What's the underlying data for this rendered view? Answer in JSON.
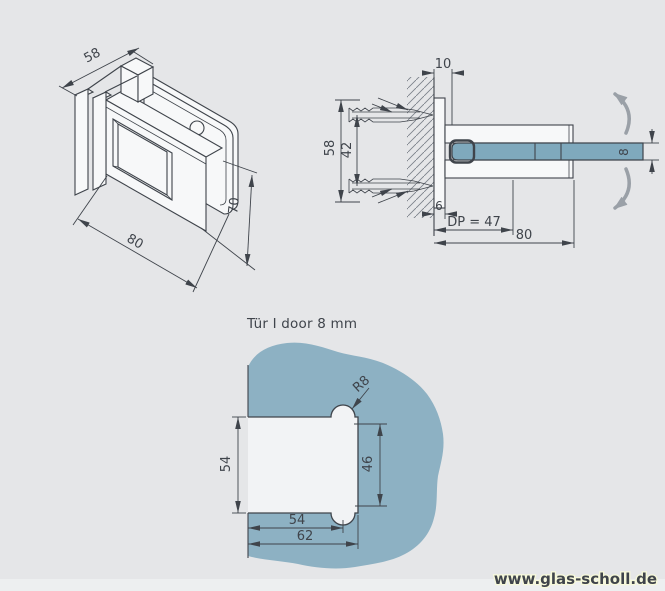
{
  "colors": {
    "background": "#e5e6e8",
    "line": "#3f444b",
    "face": "#f7f8f9",
    "glass_section": "#7fa9bd",
    "glass_panel": "#8db1c3",
    "rotation_arrow": "#9aa0a7",
    "hatch": "#7c828a",
    "watermark": "#e3ec5f"
  },
  "isometric_view": {
    "dim_depth": "58",
    "dim_width": "80",
    "dim_height": "70"
  },
  "section_view": {
    "dim_plate_offset": "10",
    "dim_anchor_span": "58",
    "dim_anchor_spacing": "42",
    "dim_plate_thickness": "6",
    "dim_pivot_distance": "DP = 47",
    "dim_length": "80",
    "dim_glass_thickness": "8"
  },
  "cutout_view": {
    "title": "Tür I door  8 mm",
    "dim_edge_height": "54",
    "dim_notch_height": "46",
    "dim_radius": "R8",
    "dim_center_depth": "54",
    "dim_total_depth": "62"
  },
  "watermark": {
    "text": "www.glas-scholl.de"
  }
}
